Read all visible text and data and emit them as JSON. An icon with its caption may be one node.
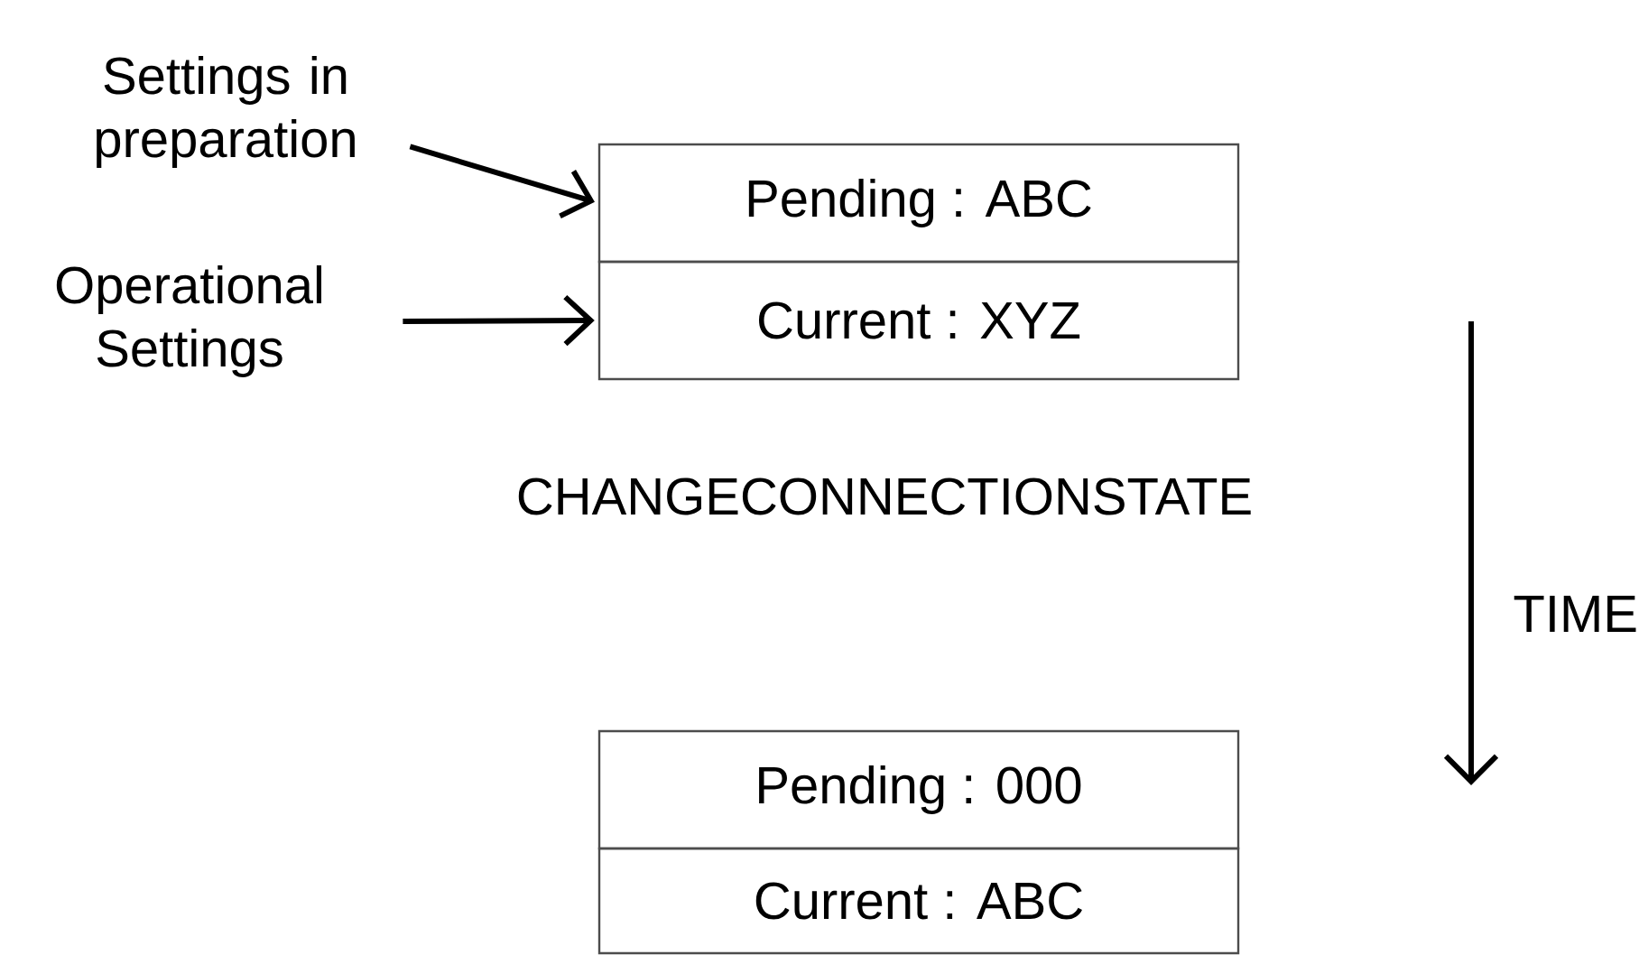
{
  "diagram": {
    "nodes": [
      {
        "text": [
          "Settings in preparation"
        ]
      },
      {
        "text": [
          "Operational Settings"
        ]
      },
      {
        "text": [
          "Pending : ABC"
        ]
      },
      {
        "text": [
          "Current : XYZ"
        ]
      },
      {
        "text": [
          "Pending : 000"
        ]
      },
      {
        "text": [
          "Current : ABC"
        ]
      }
    ],
    "edges": [
      {
        "from": 0,
        "to": 2,
        "arrow": "to"
      },
      {
        "from": 1,
        "to": 3,
        "arrow": "to"
      }
    ],
    "labels": [
      "CHANGECONNECTIONSTATE",
      "TIME"
    ]
  }
}
